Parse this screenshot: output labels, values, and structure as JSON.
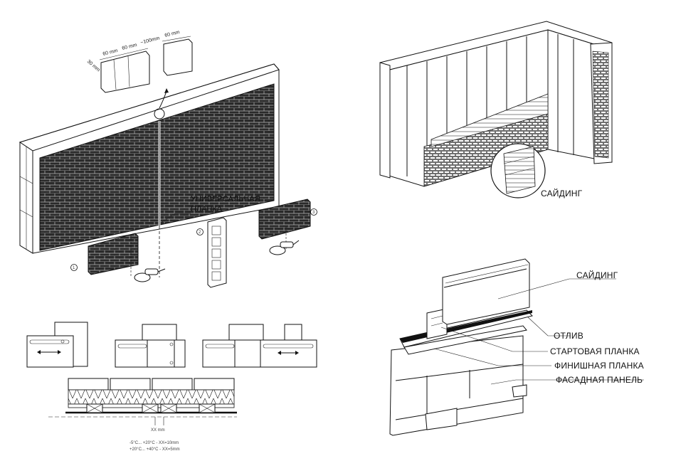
{
  "colors": {
    "ink": "#111111",
    "brick_fill": "#2a2a2a",
    "panel_fill": "#ffffff",
    "grout": "#d9d9d9"
  },
  "panel_a": {
    "dims": {
      "d1": "60 mm",
      "d2": "60 mm",
      "d3": "~100mm",
      "d4": "60 mm",
      "thickness": "30 mm"
    },
    "label_universal_1": "УНИВЕРСАЛЬНАЯ",
    "label_universal_2": "ПЛАНКА",
    "step_1": "1",
    "step_2": "2",
    "step_3": "3"
  },
  "panel_b": {
    "siding_label": "САЙДИНГ"
  },
  "panel_c": {
    "gap_label": "XX mm",
    "temp_line_1": "-5°C... +20°C - XX=10mm",
    "temp_line_2": "+20°C... +40°C - XX=5mm"
  },
  "panel_d": {
    "labels": {
      "siding": "САЙДИНГ",
      "drip": "ОТЛИВ",
      "starter": "СТАРТОВАЯ ПЛАНКА",
      "finish": "ФИНИШНАЯ ПЛАНКА",
      "facade": "ФАСАДНАЯ ПАНЕЛЬ"
    }
  }
}
